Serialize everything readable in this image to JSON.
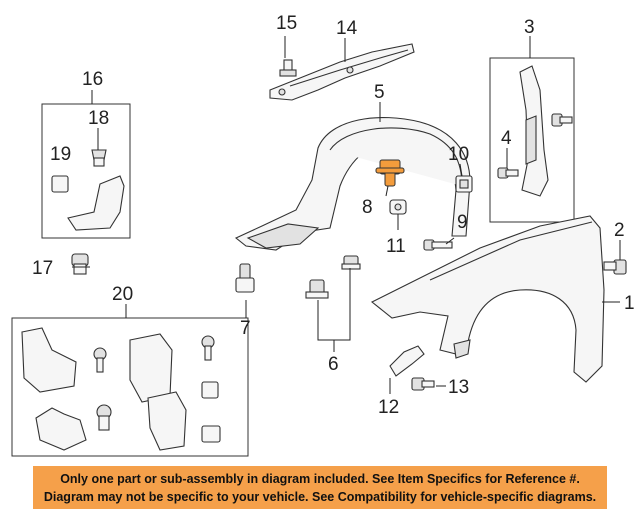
{
  "callouts": {
    "c1": "1",
    "c2": "2",
    "c3": "3",
    "c4": "4",
    "c5": "5",
    "c6": "6",
    "c7": "7",
    "c8": "8",
    "c9": "9",
    "c10": "10",
    "c11": "11",
    "c12": "12",
    "c13": "13",
    "c14": "14",
    "c15": "15",
    "c16": "16",
    "c17": "17",
    "c18": "18",
    "c19": "19",
    "c20": "20"
  },
  "highlight_color": "#f39c3c",
  "notice": {
    "background": "#f5a04a",
    "line1": "Only one part or sub-assembly in diagram included. See Item Specifics for Reference #.",
    "line2": "Diagram may not be specific to your vehicle. See Compatibility for vehicle-specific diagrams."
  }
}
